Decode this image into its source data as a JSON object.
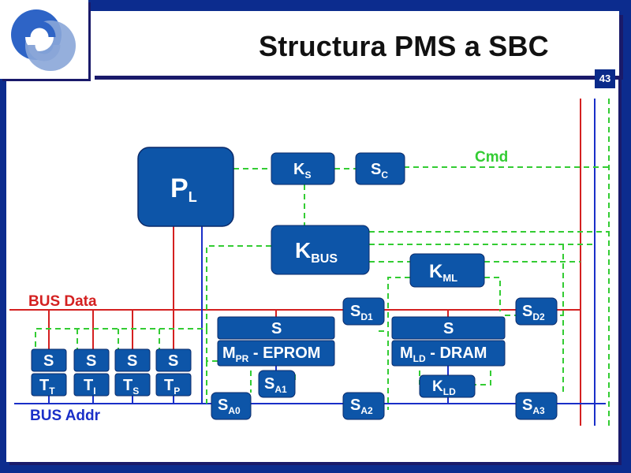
{
  "slide": {
    "title": "Structura PMS a SBC",
    "page_number": "43"
  },
  "labels": {
    "cmd": "Cmd",
    "bus_data": "BUS Data",
    "bus_addr": "BUS Addr"
  },
  "blocks": {
    "pl": {
      "main": "P",
      "sub": "L"
    },
    "ks": {
      "main": "K",
      "sub": "S"
    },
    "sc": {
      "main": "S",
      "sub": "C"
    },
    "kbus": {
      "main": "K",
      "sub": "BUS"
    },
    "kml": {
      "main": "K",
      "sub": "ML"
    },
    "sd1": {
      "main": "S",
      "sub": "D1"
    },
    "sd2": {
      "main": "S",
      "sub": "D2"
    },
    "eprom_s": {
      "main": "S"
    },
    "eprom": {
      "main": "M",
      "sub": "PR",
      "rest": " - EPROM"
    },
    "dram_s": {
      "main": "S"
    },
    "dram": {
      "main": "M",
      "sub": "LD",
      "rest": " - DRAM"
    },
    "kld": {
      "main": "K",
      "sub": "LD"
    },
    "sa0": {
      "main": "S",
      "sub": "A0"
    },
    "sa1": {
      "main": "S",
      "sub": "A1"
    },
    "sa2": {
      "main": "S",
      "sub": "A2"
    },
    "sa3": {
      "main": "S",
      "sub": "A3"
    },
    "s_t1": {
      "main": "S"
    },
    "s_t2": {
      "main": "S"
    },
    "s_t3": {
      "main": "S"
    },
    "s_t4": {
      "main": "S"
    },
    "tt": {
      "main": "T",
      "sub": "T"
    },
    "ti": {
      "main": "T",
      "sub": "I"
    },
    "ts": {
      "main": "T",
      "sub": "S"
    },
    "tp": {
      "main": "T",
      "sub": "P"
    }
  },
  "colors": {
    "block_fill": "#0d55a8",
    "data_bus": "#d42020",
    "addr_bus": "#1a2fc8",
    "control": "#33cc33",
    "label_red": "#d42020",
    "label_blue": "#1a2fc8",
    "label_green": "#33cc33"
  }
}
